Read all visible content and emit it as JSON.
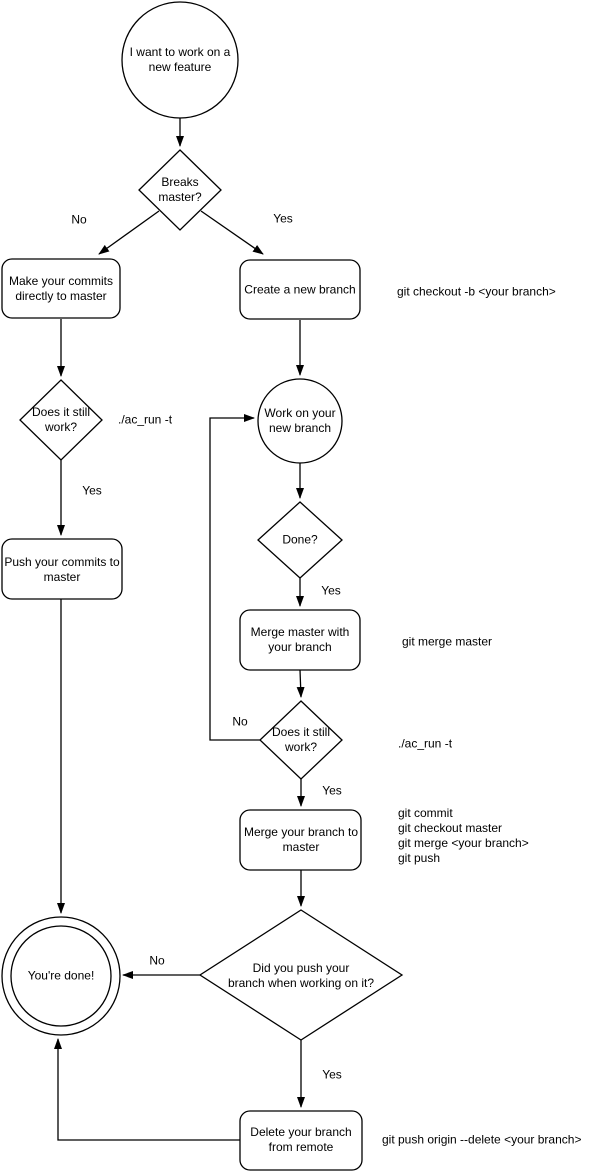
{
  "colors": {
    "stroke": "#000000",
    "fill": "#ffffff",
    "text": "#000000"
  },
  "nodes": {
    "start": {
      "label": "I want to work on a\nnew feature"
    },
    "breaks_master": {
      "label": "Breaks\nmaster?"
    },
    "make_commits": {
      "label": "Make your commits\ndirectly to master"
    },
    "create_branch": {
      "label": "Create a new branch"
    },
    "does_it_work_1": {
      "label": "Does it still\nwork?"
    },
    "push_commits": {
      "label": "Push your commits to\nmaster"
    },
    "work_branch": {
      "label": "Work on your\nnew branch"
    },
    "done_q": {
      "label": "Done?"
    },
    "merge_master": {
      "label": "Merge master with\nyour branch"
    },
    "does_it_work_2": {
      "label": "Does it still\nwork?"
    },
    "merge_branch": {
      "label": "Merge your branch to\nmaster"
    },
    "did_push": {
      "label": "Did you push your\nbranch when working on it?"
    },
    "youre_done": {
      "label": "You're done!"
    },
    "delete_branch": {
      "label": "Delete your branch\nfrom remote"
    }
  },
  "edge_labels": {
    "no_1": "No",
    "yes_1": "Yes",
    "yes_2": "Yes",
    "yes_3": "Yes",
    "no_2": "No",
    "yes_4": "Yes",
    "no_3": "No",
    "yes_5": "Yes"
  },
  "commands": {
    "checkout_branch": "git checkout -b <your branch>",
    "ac_run_1": "./ac_run -t",
    "merge_master": "git merge master",
    "ac_run_2": "./ac_run -t",
    "merge_sequence": "git commit\ngit checkout master\ngit merge <your branch>\ngit push",
    "delete_remote": "git push origin --delete <your branch>"
  }
}
